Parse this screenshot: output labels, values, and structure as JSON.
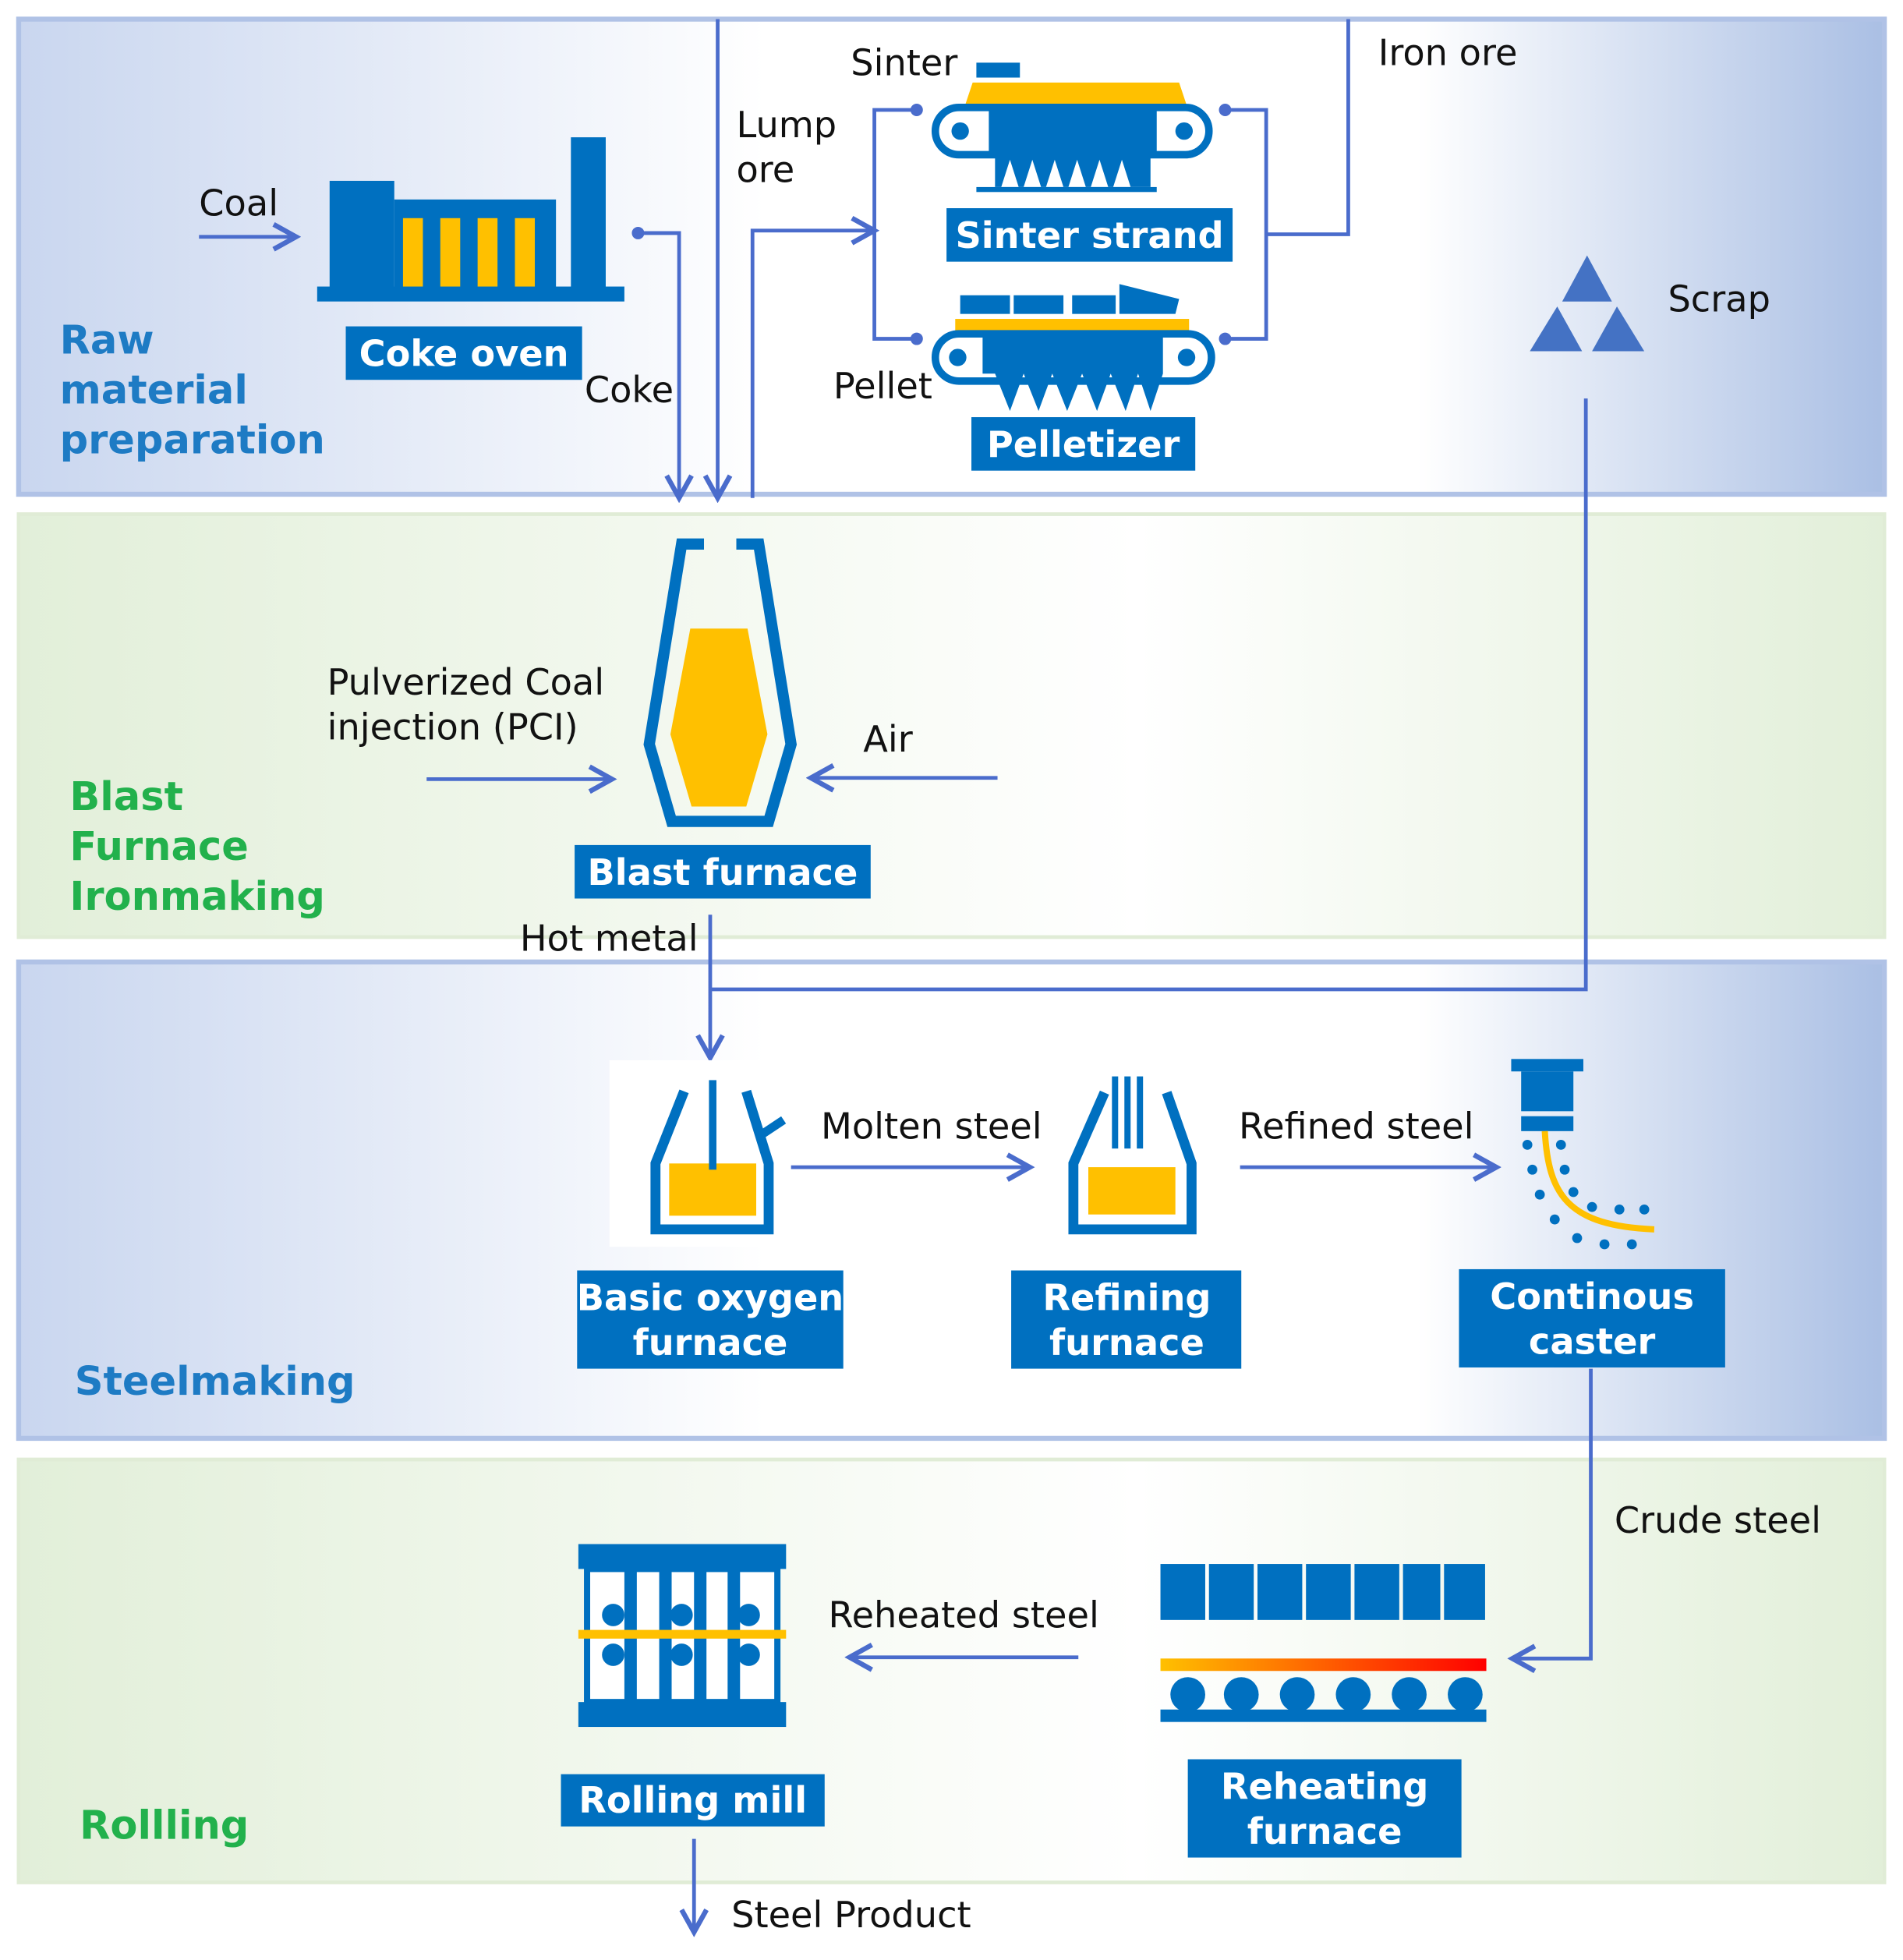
{
  "colors": {
    "equipment_blue": "#0070c0",
    "material_yellow": "#ffc000",
    "flow_arrow": "#4a6ccc",
    "stage_blue_text": "#1e7bc4",
    "stage_green_text": "#22b14c"
  },
  "stages": {
    "raw": [
      "Raw",
      "material",
      "preparation"
    ],
    "blast": [
      "Blast",
      "Furnace",
      "Ironmaking"
    ],
    "steel": [
      "Steelmaking"
    ],
    "rolling": [
      "Rollling"
    ]
  },
  "equipment": {
    "coke_oven": "Coke oven",
    "sinter_strand": "Sinter strand",
    "pelletizer": "Pelletizer",
    "blast_furnace": "Blast furnace",
    "bof": [
      "Basic oxygen",
      "furnace"
    ],
    "refining": [
      "Refining",
      "furnace"
    ],
    "caster": [
      "Continous",
      "caster"
    ],
    "rolling_mill": "Rolling mill",
    "reheating": [
      "Reheating",
      "furnace"
    ]
  },
  "materials": {
    "coal": "Coal",
    "coke": "Coke",
    "lump_ore": [
      "Lump",
      "ore"
    ],
    "sinter": "Sinter",
    "iron_ore": "Iron ore",
    "pellet": "Pellet",
    "scrap": "Scrap",
    "pci": [
      "Pulverized Coal",
      "injection (PCI)"
    ],
    "air": "Air",
    "hot_metal": "Hot metal",
    "molten_steel": "Molten steel",
    "refined_steel": "Refined steel",
    "crude_steel": "Crude steel",
    "reheated_steel": "Reheated steel",
    "steel_product": "Steel Product"
  }
}
